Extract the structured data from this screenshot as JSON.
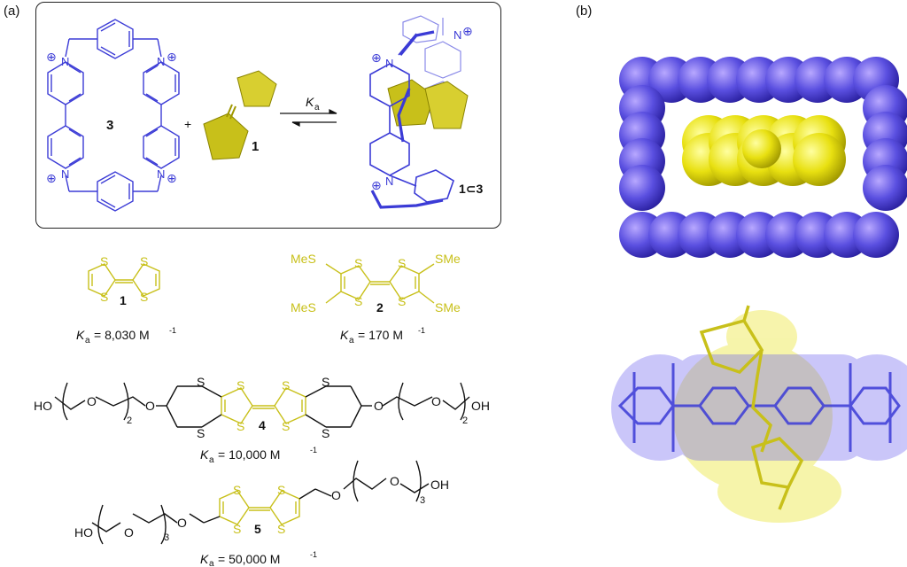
{
  "panels": {
    "a": "(a)",
    "b": "(b)"
  },
  "scheme": {
    "macrocycle_label": "3",
    "guest_label": "1",
    "plus_sign": "+",
    "arrow_label_K": "K",
    "arrow_label_sub": "a",
    "complex_label": "1⊂3",
    "n_plus": "N",
    "charge": "⊕"
  },
  "compounds": [
    {
      "id": "1",
      "K": "K",
      "K_sub": "a",
      "value": "=  8,030 M",
      "exp": "-1"
    },
    {
      "id": "2",
      "K": "K",
      "K_sub": "a",
      "value": "=  170 M",
      "exp": "-1"
    },
    {
      "id": "4",
      "K": "K",
      "K_sub": "a",
      "value": "=  10,000 M",
      "exp": "-1"
    },
    {
      "id": "5",
      "K": "K",
      "K_sub": "a",
      "value": "=  50,000 M",
      "exp": "-1"
    }
  ],
  "atoms": {
    "S": "S",
    "MeS": "MeS",
    "SMe": "SMe",
    "HO": "HO",
    "OH": "OH",
    "O": "O",
    "n2": "2",
    "n3": "3"
  },
  "colors": {
    "host": "#3b3bd6",
    "guest": "#c8c01a",
    "text": "#111111",
    "host_space": "#5a4fe0",
    "guest_space": "#e8e010"
  }
}
